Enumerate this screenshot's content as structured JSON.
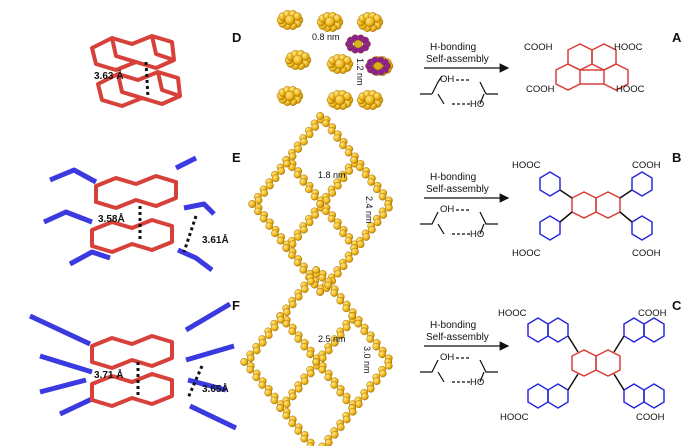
{
  "panels": {
    "A": {
      "letter": "A",
      "groups": [
        "COOH",
        "HOOC",
        "COOH",
        "HOOC"
      ]
    },
    "B": {
      "letter": "B",
      "groups": [
        "HOOC",
        "COOH",
        "HOOC",
        "COOH"
      ]
    },
    "C": {
      "letter": "C",
      "groups": [
        "HOOC",
        "COOH",
        "HOOC",
        "COOH"
      ]
    },
    "D": {
      "letter": "D",
      "scales": [
        "0.8 nm",
        "1.2 nm"
      ],
      "stack": "3.63 Å"
    },
    "E": {
      "letter": "E",
      "scales": [
        "1.8 nm",
        "2.4 nm"
      ],
      "stack1": "3.58Å",
      "stack2": "3.61Å"
    },
    "F": {
      "letter": "F",
      "scales": [
        "2.5 nm",
        "3.0 nm"
      ],
      "stack1": "3.71 Å",
      "stack2": "3.65Å"
    }
  },
  "arrow": {
    "line1": "H-bonding",
    "line2": "Self-assembly"
  },
  "hbond": {
    "oh": "OH",
    "ho": "HO"
  },
  "colors": {
    "pyrene": "#d8403a",
    "phenyl": "#2b2bd6",
    "framework": "#f2b81a",
    "highlight": "#8b1f8f",
    "stackBlue": "#3a3ae0"
  }
}
